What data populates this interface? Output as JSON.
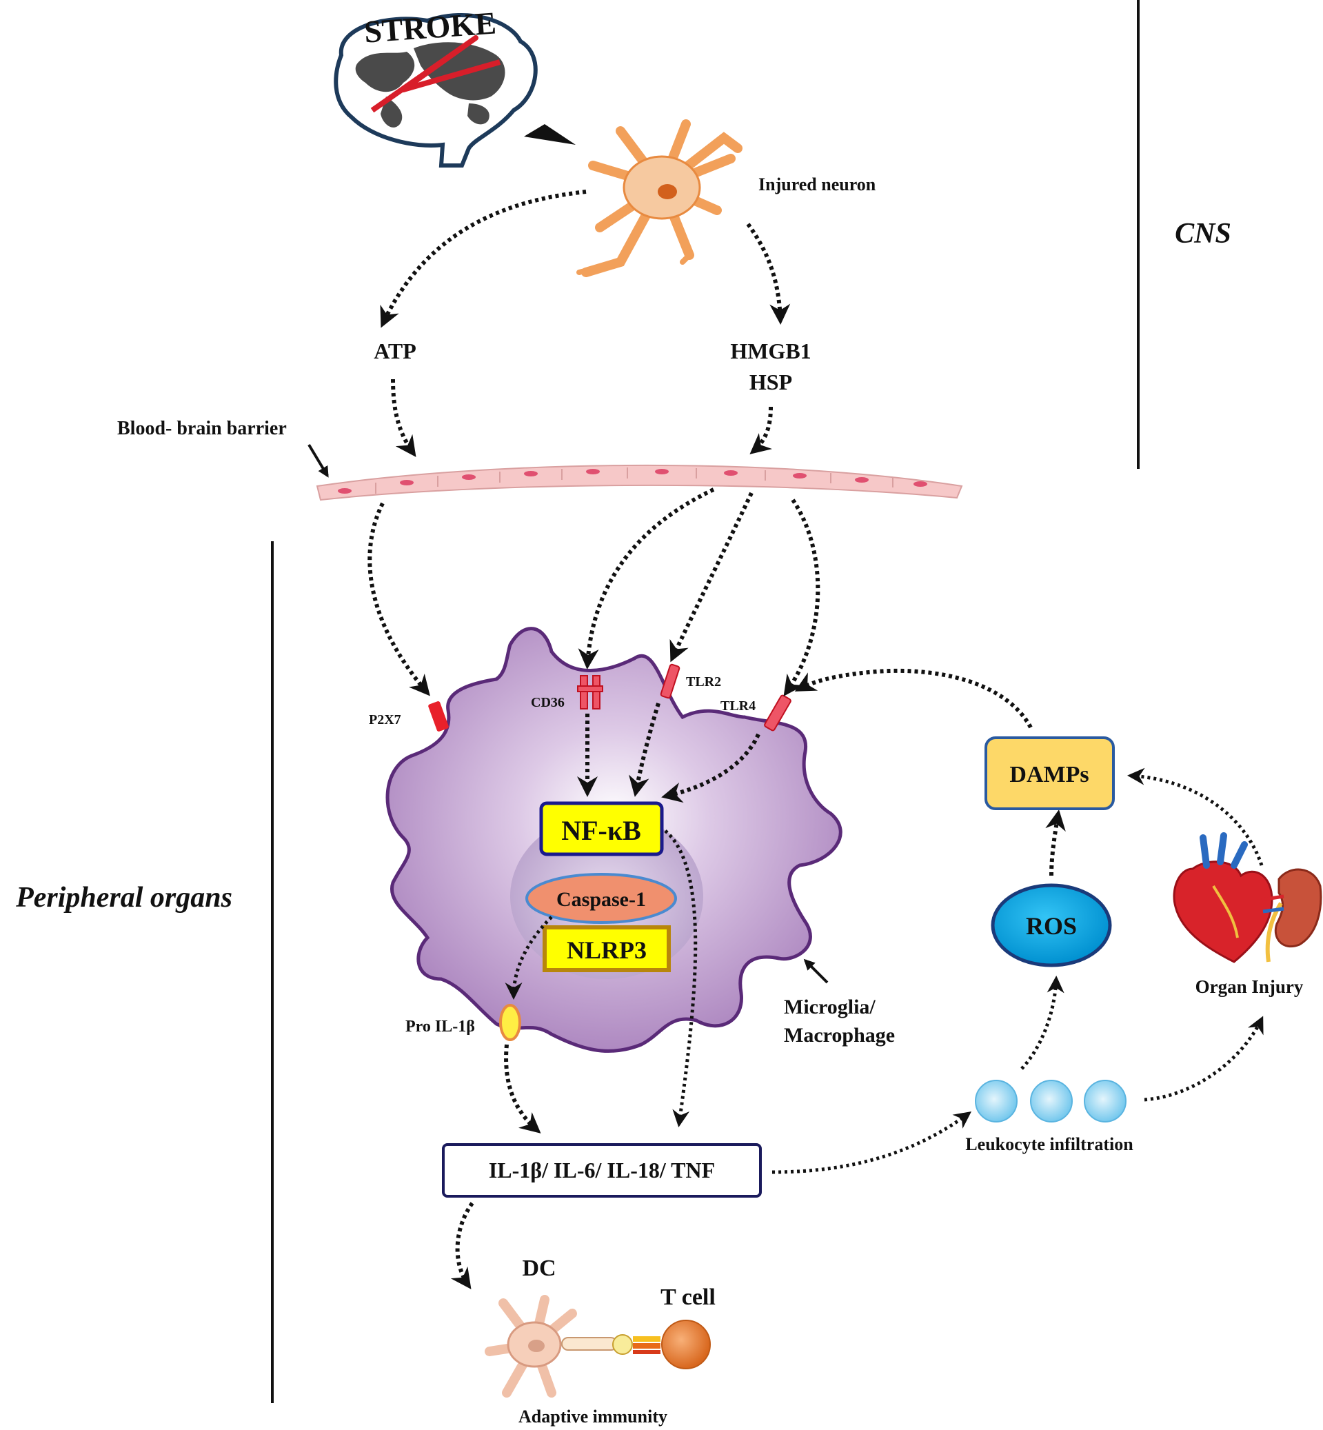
{
  "stroke_logo": {
    "text": "STROKE"
  },
  "regions": {
    "cns": "CNS",
    "peripheral": "Peripheral  organs"
  },
  "labels": {
    "injured_neuron": "Injured neuron",
    "atp": "ATP",
    "hmgb1": "HMGB1",
    "hsp": "HSP",
    "bbb": "Blood- brain barrier",
    "p2x7": "P2X7",
    "cd36": "CD36",
    "tlr2": "TLR2",
    "tlr4": "TLR4",
    "nfkb": "NF-κB",
    "caspase": "Caspase-1",
    "nlrp3": "NLRP3",
    "pro_il1b": "Pro IL-1β",
    "microglia_line1": "Microglia/",
    "microglia_line2": "Macrophage",
    "cytokines": "IL-1β/ IL-6/ IL-18/ TNF",
    "damps": "DAMPs",
    "ros": "ROS",
    "organ_injury": "Organ Injury",
    "leukocyte": "Leukocyte infiltration",
    "dc": "DC",
    "tcell": "T cell",
    "adaptive": "Adaptive immunity"
  },
  "colors": {
    "neuron": "#f2a05a",
    "microglia": "#b48fc4",
    "microglia_outline": "#5a2a78",
    "receptor": "#e8202a",
    "nfkb_fill": "#ffff00",
    "nfkb_border": "#1a1a8c",
    "caspase_fill": "#f0906e",
    "nlrp3_border": "#b8860b",
    "damps_fill": "#fdd868",
    "ros_fill": "#00a8e8",
    "cytokine_border": "#1a1a5c",
    "leukocyte": "#8fd0ee",
    "bbb": "#f6c8c8",
    "tcell": "#e8782a"
  }
}
